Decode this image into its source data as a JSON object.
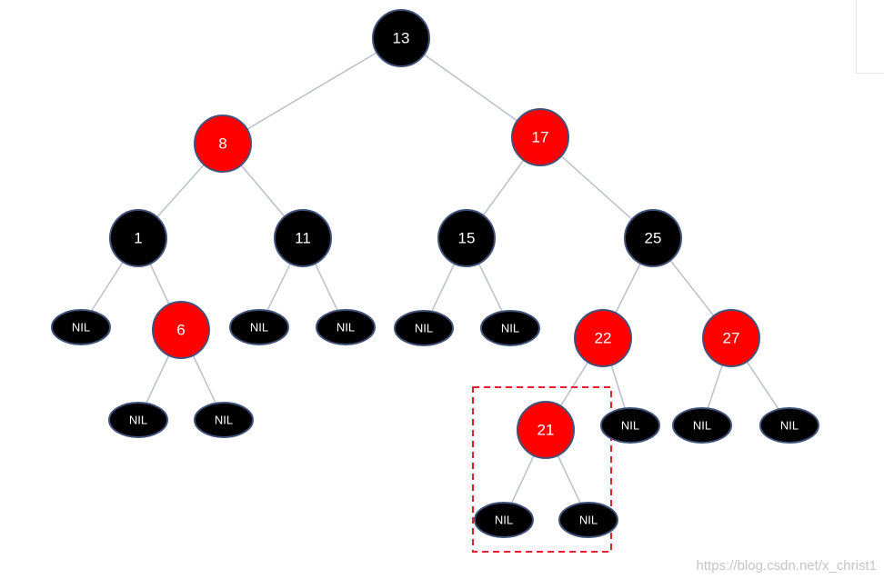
{
  "tree": {
    "nodes": [
      {
        "id": "n13",
        "label": "13",
        "color": "black"
      },
      {
        "id": "n8",
        "label": "8",
        "color": "red"
      },
      {
        "id": "n17",
        "label": "17",
        "color": "red"
      },
      {
        "id": "n1",
        "label": "1",
        "color": "black"
      },
      {
        "id": "n11",
        "label": "11",
        "color": "black"
      },
      {
        "id": "n15",
        "label": "15",
        "color": "black"
      },
      {
        "id": "n25",
        "label": "25",
        "color": "black"
      },
      {
        "id": "nil1",
        "label": "NIL",
        "color": "black",
        "type": "nil"
      },
      {
        "id": "n6",
        "label": "6",
        "color": "red"
      },
      {
        "id": "nil2",
        "label": "NIL",
        "color": "black",
        "type": "nil"
      },
      {
        "id": "nil3",
        "label": "NIL",
        "color": "black",
        "type": "nil"
      },
      {
        "id": "nil4",
        "label": "NIL",
        "color": "black",
        "type": "nil"
      },
      {
        "id": "nil5",
        "label": "NIL",
        "color": "black",
        "type": "nil"
      },
      {
        "id": "n22",
        "label": "22",
        "color": "red"
      },
      {
        "id": "n27",
        "label": "27",
        "color": "red"
      },
      {
        "id": "nil6",
        "label": "NIL",
        "color": "black",
        "type": "nil"
      },
      {
        "id": "nil7",
        "label": "NIL",
        "color": "black",
        "type": "nil"
      },
      {
        "id": "n21",
        "label": "21",
        "color": "red"
      },
      {
        "id": "nil8",
        "label": "NIL",
        "color": "black",
        "type": "nil"
      },
      {
        "id": "nil9",
        "label": "NIL",
        "color": "black",
        "type": "nil"
      },
      {
        "id": "nil10",
        "label": "NIL",
        "color": "black",
        "type": "nil"
      },
      {
        "id": "nil11",
        "label": "NIL",
        "color": "black",
        "type": "nil"
      },
      {
        "id": "nil12",
        "label": "NIL",
        "color": "black",
        "type": "nil"
      }
    ],
    "edges": [
      [
        "n13",
        "n8"
      ],
      [
        "n13",
        "n17"
      ],
      [
        "n8",
        "n1"
      ],
      [
        "n8",
        "n11"
      ],
      [
        "n17",
        "n15"
      ],
      [
        "n17",
        "n25"
      ],
      [
        "n1",
        "nil1"
      ],
      [
        "n1",
        "n6"
      ],
      [
        "n6",
        "nil2"
      ],
      [
        "n6",
        "nil3"
      ],
      [
        "n11",
        "nil4"
      ],
      [
        "n11",
        "nil5"
      ],
      [
        "n15",
        "nil6"
      ],
      [
        "n15",
        "nil7"
      ],
      [
        "n25",
        "n22"
      ],
      [
        "n25",
        "n27"
      ],
      [
        "n22",
        "n21"
      ],
      [
        "n22",
        "nil8"
      ],
      [
        "n21",
        "nil9"
      ],
      [
        "n21",
        "nil10"
      ],
      [
        "n27",
        "nil11"
      ],
      [
        "n27",
        "nil12"
      ]
    ],
    "highlighted_subtree": "n21"
  },
  "colors": {
    "red_node": "#ff0000",
    "black_node": "#000000",
    "node_outline": "#41527a",
    "edge": "#b7c0cc",
    "highlight_border": "#d9262c",
    "label": "#ffffff"
  },
  "watermark": "https://blog.csdn.net/x_christ1"
}
